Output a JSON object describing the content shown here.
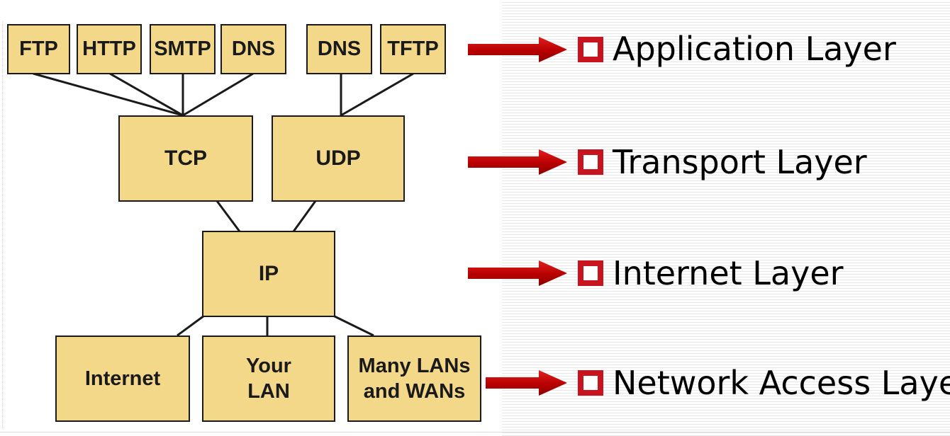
{
  "diagram": {
    "application_protocols": [
      "FTP",
      "HTTP",
      "SMTP",
      "DNS",
      "DNS",
      "TFTP"
    ],
    "transport_protocols": [
      "TCP",
      "UDP"
    ],
    "internet_protocol": "IP",
    "network_access": [
      {
        "line1": "Internet",
        "line2": ""
      },
      {
        "line1": "Your",
        "line2": "LAN"
      },
      {
        "line1": "Many LANs",
        "line2": "and WANs"
      }
    ]
  },
  "layers": [
    "Application Layer",
    "Transport Layer",
    "Internet Layer",
    "Network Access Layer"
  ],
  "colors": {
    "box_fill": "#f3d889",
    "box_border": "#1a1a1a",
    "arrow": "#c00000",
    "bullet": "#c8141e"
  }
}
